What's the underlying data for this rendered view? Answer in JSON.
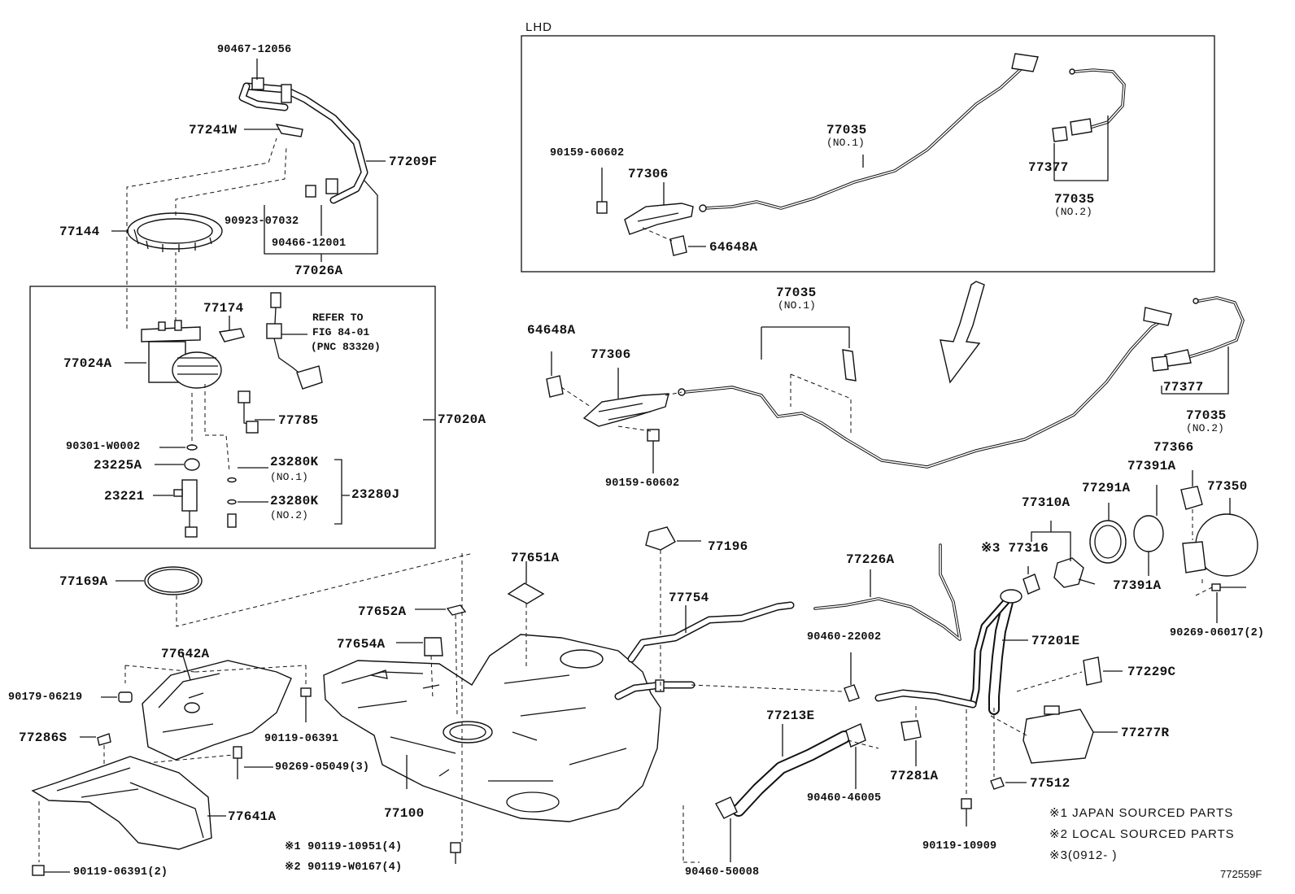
{
  "diagram": {
    "lhd_label": "LHD",
    "figure_code": "772559F",
    "notes": {
      "note1": "※1 JAPAN SOURCED PARTS",
      "note2": "※2 LOCAL SOURCED PARTS",
      "note3": "※3(0912-      )"
    },
    "refer": {
      "line1": "REFER TO",
      "line2": "FIG 84-01",
      "line3": "(PNC 83320)"
    },
    "parts": {
      "p90467_12056": "90467-12056",
      "p77241W": "77241W",
      "p77209F": "77209F",
      "p77144": "77144",
      "p90923_07032": "90923-07032",
      "p90466_12001": "90466-12001",
      "p77026A": "77026A",
      "p77174": "77174",
      "p77024A": "77024A",
      "p77785": "77785",
      "p77020A": "77020A",
      "p90301_W0002": "90301-W0002",
      "p23225A": "23225A",
      "p23280K_1": "23280K",
      "p23280K_1_sub": "(NO.1)",
      "p23280J": "23280J",
      "p23221": "23221",
      "p23280K_2": "23280K",
      "p23280K_2_sub": "(NO.2)",
      "p77169A": "77169A",
      "p77642A": "77642A",
      "p90179_06219": "90179-06219",
      "p90119_06391": "90119-06391",
      "p77286S": "77286S",
      "p90269_05049": "90269-05049(3)",
      "p77641A": "77641A",
      "p90119_06391_2": "90119-06391(2)",
      "p77651A": "77651A",
      "p77652A": "77652A",
      "p77654A": "77654A",
      "p77100": "77100",
      "p90119_10951": "※1 90119-10951(4)",
      "p90119_W0167": "※2 90119-W0167(4)",
      "p77196": "77196",
      "p77754": "77754",
      "p77226A": "77226A",
      "p90460_22002": "90460-22002",
      "p77213E": "77213E",
      "p90460_46005": "90460-46005",
      "p90460_50008": "90460-50008",
      "p77281A": "77281A",
      "p90119_10909": "90119-10909",
      "p77201E": "77201E",
      "p77229C": "77229C",
      "p77277R": "77277R",
      "p77512": "77512",
      "p77316": "※3 77316",
      "p77310A": "77310A",
      "p77291A": "77291A",
      "p77391A_top": "77391A",
      "p77391A_bot": "77391A",
      "p77366": "77366",
      "p77350": "77350",
      "p90269_06017": "90269-06017(2)",
      "p64648A_mid": "64648A",
      "p77306_mid": "77306",
      "p90159_60602_mid": "90159-60602",
      "p77035_mid": "77035",
      "p77035_mid_sub": "(NO.1)",
      "p77377_right": "77377",
      "p77035_right": "77035",
      "p77035_right_sub": "(NO.2)",
      "p90159_60602_lhd": "90159-60602",
      "p77306_lhd": "77306",
      "p64648A_lhd": "64648A",
      "p77035_lhd": "77035",
      "p77035_lhd_sub": "(NO.1)",
      "p77377_lhd": "77377",
      "p77035_lhd2": "77035",
      "p77035_lhd2_sub": "(NO.2)"
    }
  }
}
